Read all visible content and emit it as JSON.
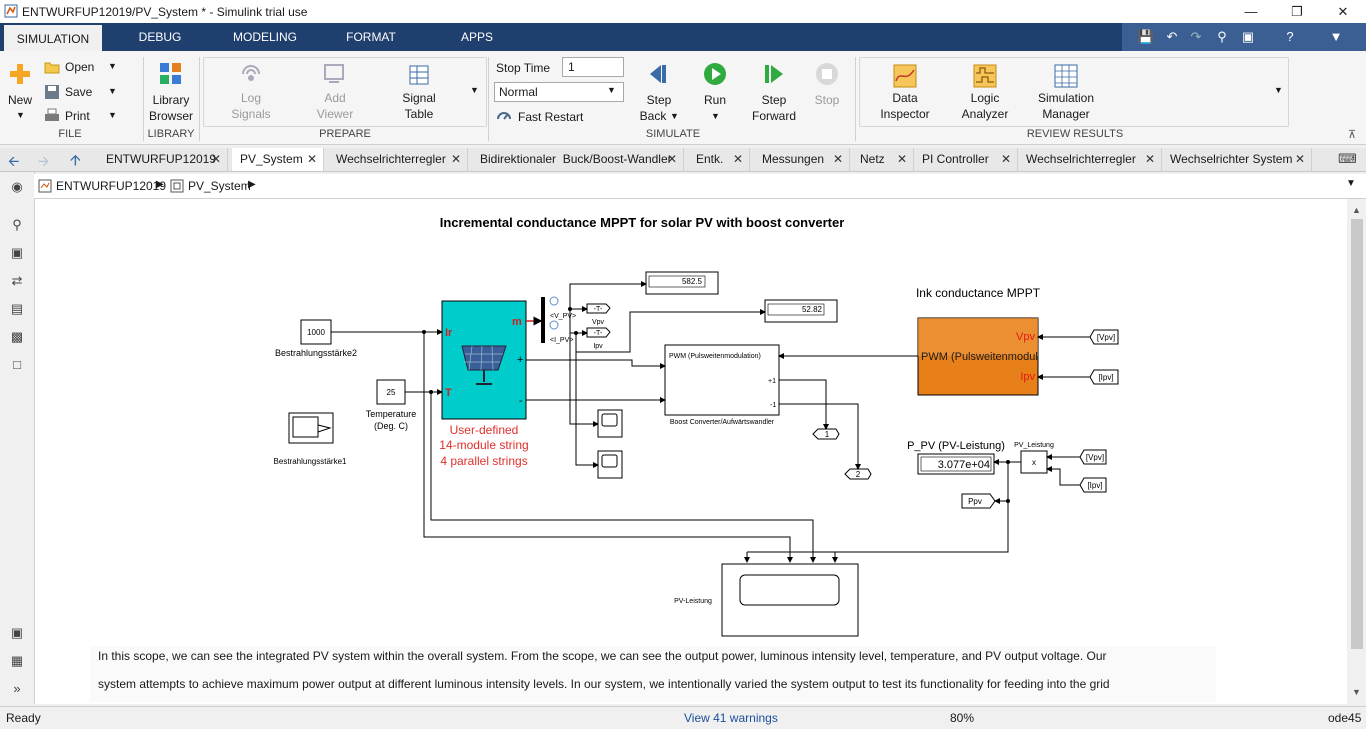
{
  "window": {
    "title": "ENTWURFUP12019/PV_System * - Simulink trial use"
  },
  "ribbon_tabs": [
    "SIMULATION",
    "DEBUG",
    "MODELING",
    "FORMAT",
    "APPS"
  ],
  "file": {
    "new": "New",
    "open": "Open",
    "save": "Save",
    "print": "Print",
    "group": "FILE"
  },
  "library": {
    "browser_line1": "Library",
    "browser_line2": "Browser",
    "group": "LIBRARY"
  },
  "prepare": {
    "log1": "Log",
    "log2": "Signals",
    "add1": "Add",
    "add2": "Viewer",
    "sig1": "Signal",
    "sig2": "Table",
    "group": "PREPARE"
  },
  "simulate": {
    "stop_time_label": "Stop Time",
    "stop_time_value": "1",
    "mode": "Normal",
    "fast_restart": "Fast Restart",
    "step_back1": "Step",
    "step_back2": "Back",
    "run": "Run",
    "step_fwd1": "Step",
    "step_fwd2": "Forward",
    "stop": "Stop",
    "group": "SIMULATE"
  },
  "review": {
    "data1": "Data",
    "data2": "Inspector",
    "logic1": "Logic",
    "logic2": "Analyzer",
    "simmgr1": "Simulation",
    "simmgr2": "Manager",
    "group": "REVIEW RESULTS"
  },
  "doc_tabs": [
    "ENTWURFUP12019",
    "PV_System",
    "Wechselrichterregler",
    "Bidirektionaler  Buck/Boost-Wandler",
    "Entk.",
    "Messungen",
    "Netz",
    "PI Controller",
    "Wechselrichterregler",
    "Wechselrichter System"
  ],
  "breadcrumb": {
    "root": "ENTWURFUP12019",
    "child": "PV_System"
  },
  "diagram": {
    "title": "Incremental conductance MPPT for solar PV with boost converter",
    "irr_value": "1000",
    "irr_label": "Bestrahlungsstärke2",
    "temp_value": "25",
    "temp_label1": "Temperature",
    "temp_label2": "(Deg. C)",
    "irr1_label": "Bestrahlungsstärke1",
    "pv_caption1": "User-defined",
    "pv_caption2": "14-module string",
    "pv_caption3": "4 parallel strings",
    "pv_port_ir": "Ir",
    "pv_port_t": "T",
    "pv_port_m": "m",
    "pv_port_plus": "+",
    "pv_port_minus": "-",
    "bus_v": "<V_PV>",
    "bus_i": "<I_PV>",
    "goto_v_tag": "-T-",
    "goto_v_label": "Vpv",
    "goto_i_tag": "-T-",
    "goto_i_label": "Ipv",
    "disp1": "582.5",
    "disp2": "52.82",
    "pwm_in_label": "PWM (Pulsweitenmodulation)",
    "boost_label": "Boost Converter/Aufwärtswandler",
    "boost_p1": "+1",
    "boost_m1": "-1",
    "port1": "1",
    "port2": "2",
    "mppt_title": "Ink conductance MPPT",
    "mppt_vpv": "Vpv",
    "mppt_ipv": "Ipv",
    "mppt_out": "PWM (Pulsweitenmodul",
    "from_vpv": "[Vpv]",
    "from_ipv": "[Ipv]",
    "ppv_label": "P_PV (PV-Leistung)",
    "ppv_value": "3.077e+04",
    "product_label": "PV_Leistung",
    "product_sym": "x",
    "from_vpv2": "[Vpv]",
    "from_ipv2": "[Ipv]",
    "goto_ppv": "Ppv",
    "scope_label": "PV-Leistung",
    "note1": "In this scope, we can see the integrated PV system within the overall system. From the scope, we can see the output power, luminous intensity level, temperature, and PV output voltage. Our",
    "note2": "system attempts to achieve maximum power output at different luminous intensity levels. In our system, we intentionally varied the system output to test its functionality for feeding into the grid"
  },
  "status": {
    "left": "Ready",
    "warnings": "View 41 warnings",
    "zoom": "80%",
    "solver": "ode45"
  },
  "colors": {
    "ribbon_blue": "#1f3f6e",
    "pv_cyan": "#00cccc",
    "mppt_orange": "#e8801a",
    "red_text": "#e0302a"
  }
}
